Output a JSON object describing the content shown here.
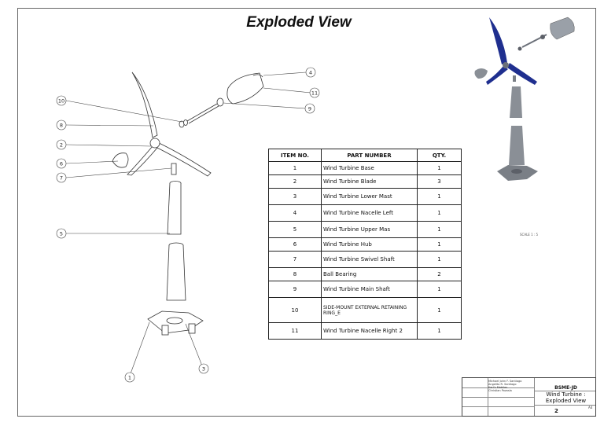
{
  "drawing": {
    "title": "Exploded View",
    "scale_note": "SCALE 1 : 5"
  },
  "callouts": [
    {
      "label": "4"
    },
    {
      "label": "11"
    },
    {
      "label": "9"
    },
    {
      "label": "10"
    },
    {
      "label": "8"
    },
    {
      "label": "2"
    },
    {
      "label": "6"
    },
    {
      "label": "7"
    },
    {
      "label": "5"
    },
    {
      "label": "1"
    },
    {
      "label": "3"
    }
  ],
  "bom": {
    "headers": [
      "ITEM NO.",
      "PART NUMBER",
      "QTY."
    ],
    "rows": [
      {
        "item": "1",
        "part": "Wind Turbine Base",
        "qty": "1"
      },
      {
        "item": "2",
        "part": "Wind Turbine Blade",
        "qty": "3"
      },
      {
        "item": "3",
        "part": "Wind Turbine Lower Mast",
        "qty": "1"
      },
      {
        "item": "4",
        "part": "Wind Turbine Nacelle Left",
        "qty": "1"
      },
      {
        "item": "5",
        "part": "Wind Turbine Upper Mas",
        "qty": "1"
      },
      {
        "item": "6",
        "part": "Wind Turbine Hub",
        "qty": "1"
      },
      {
        "item": "7",
        "part": "Wind Turbine Swivel Shaft",
        "qty": "1"
      },
      {
        "item": "8",
        "part": "Ball Bearing",
        "qty": "2"
      },
      {
        "item": "9",
        "part": "Wind Turbine Main Shaft",
        "qty": "1"
      },
      {
        "item": "10",
        "part": "SIDE-MOUNT EXTERNAL RETAINING RING_E",
        "qty": "1"
      },
      {
        "item": "11",
        "part": "Wind Turbine Nacelle Right 2",
        "qty": "1"
      }
    ]
  },
  "title_block": {
    "names": [
      "Michael John F. Santiago",
      "Angelito R. Santiago",
      "Karl's Mabilau",
      "Christian Pozasla"
    ],
    "course": "BSME-JD",
    "drawing_title": "Wind Turbine : Exploded View",
    "sheet": "2",
    "rev": "A4"
  },
  "colors": {
    "blade_blue": "#1f2f8f",
    "part_gray": "#8a8f96",
    "line": "#333333"
  }
}
